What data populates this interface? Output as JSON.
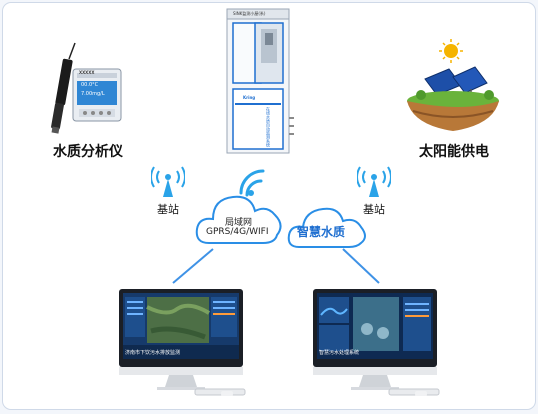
{
  "labels": {
    "water_analyzer": "水质分析仪",
    "solar_power": "太阳能供电",
    "base_station_left": "基站",
    "base_station_right": "基站",
    "network_line1": "局域网",
    "network_line2": "GPRS/4G/WIFI",
    "smart_water": "智慧水质"
  },
  "cabinet": {
    "top_plate": "SINK监测小屋(系)",
    "brand": "Kring",
    "side_text": "在线水质自动监测系统"
  },
  "analyzer": {
    "brand": "XXXXX",
    "reading1": "00.0°C",
    "reading2": "7.00mg/L"
  },
  "monitors": {
    "left_caption": "济南市下饮污水排放监测",
    "right_caption": "智慧污水处理系统"
  },
  "colors": {
    "accent": "#1f7fe0",
    "cloud_stroke": "#2a8ee6",
    "signal": "#2aa3e8",
    "link_line": "#3f92e6"
  }
}
